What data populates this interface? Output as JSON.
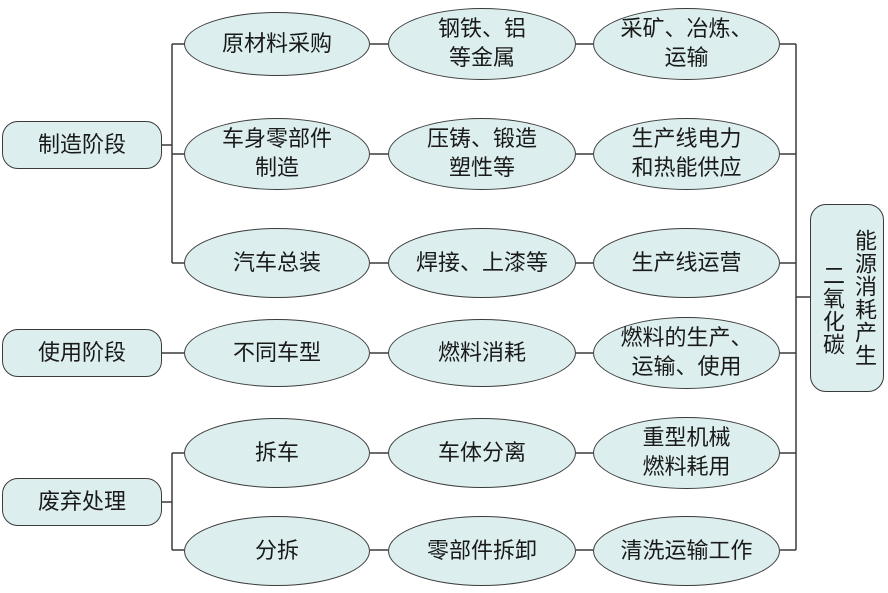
{
  "stages": {
    "manufacturing": "制造阶段",
    "use": "使用阶段",
    "disposal": "废弃处理"
  },
  "col1": {
    "raw_material": "原材料采购",
    "body_parts": "车身零部件\n制造",
    "assembly": "汽车总装",
    "vehicle_types": "不同车型",
    "dismantle": "拆车",
    "separate": "分拆"
  },
  "col2": {
    "metals": "钢铁、铝\n等金属",
    "casting": "压铸、锻造\n塑性等",
    "welding": "焊接、上漆等",
    "fuel": "燃料消耗",
    "body_separation": "车体分离",
    "parts_removal": "零部件拆卸"
  },
  "col3": {
    "mining": "采矿、冶炼、\n运输",
    "power": "生产线电力\n和热能供应",
    "line_ops": "生产线运营",
    "fuel_chain": "燃料的生产、\n运输、使用",
    "machinery": "重型机械\n燃料耗用",
    "cleaning": "清洗运输工作"
  },
  "result": {
    "energy": "能源消耗产生",
    "co2": "二氧化碳"
  }
}
